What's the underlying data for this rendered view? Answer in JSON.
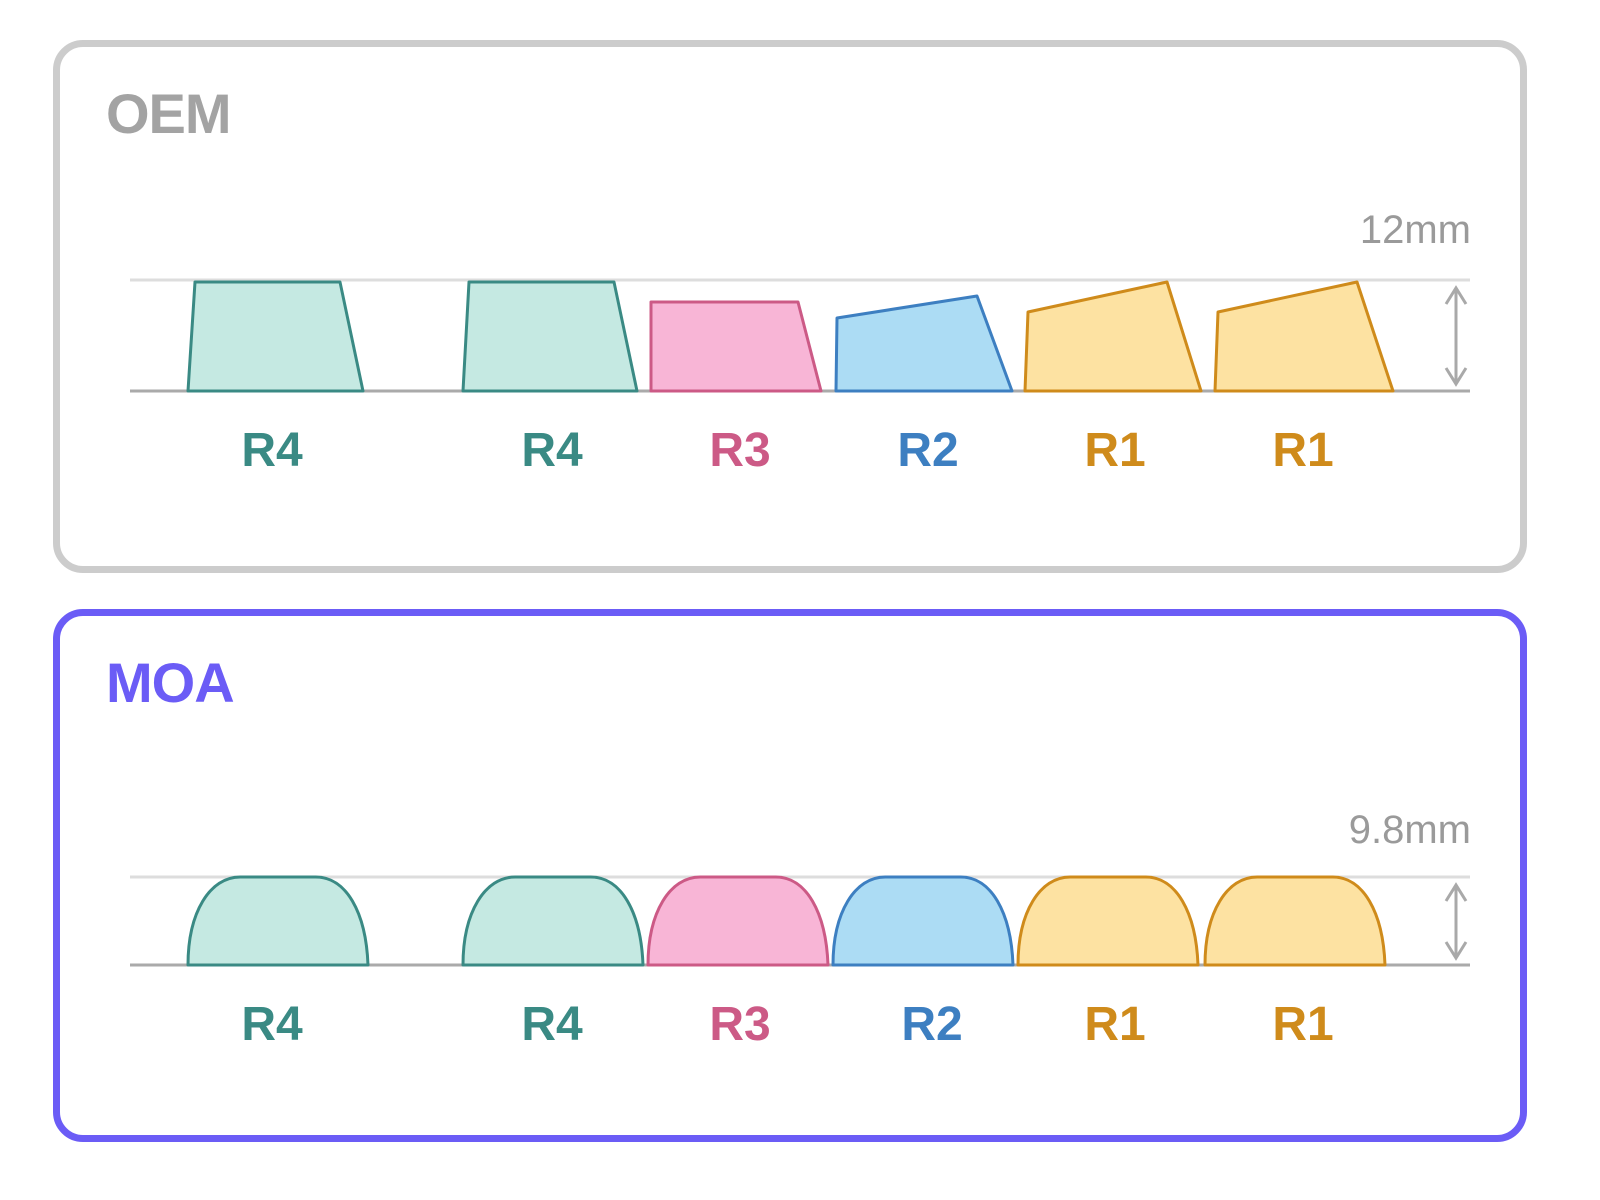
{
  "colors": {
    "R4": {
      "fill": "#c5e9e2",
      "stroke": "#3a8a84",
      "text": "#3a8a84"
    },
    "R3": {
      "fill": "#f8b5d6",
      "stroke": "#cc5a86",
      "text": "#cc5a86"
    },
    "R2": {
      "fill": "#acdcf4",
      "stroke": "#3d7fc1",
      "text": "#3d7fc1"
    },
    "R1": {
      "fill": "#fde2a2",
      "stroke": "#cf8b1b",
      "text": "#cf8b1b"
    },
    "line_top": "#dddddd",
    "line_base": "#aaaaaa",
    "arrow": "#a9a9a9"
  },
  "profiles": [
    {
      "id": "oem",
      "title": "OEM",
      "height_label": "12mm",
      "style": "sculpted",
      "keys": [
        {
          "row": "R4",
          "label": "R4"
        },
        {
          "row": "R4",
          "label": "R4"
        },
        {
          "row": "R3",
          "label": "R3"
        },
        {
          "row": "R2",
          "label": "R2"
        },
        {
          "row": "R1",
          "label": "R1"
        },
        {
          "row": "R1",
          "label": "R1"
        }
      ]
    },
    {
      "id": "moa",
      "title": "MOA",
      "height_label": "9.8mm",
      "style": "rounded",
      "keys": [
        {
          "row": "R4",
          "label": "R4"
        },
        {
          "row": "R4",
          "label": "R4"
        },
        {
          "row": "R3",
          "label": "R3"
        },
        {
          "row": "R2",
          "label": "R2"
        },
        {
          "row": "R1",
          "label": "R1"
        },
        {
          "row": "R1",
          "label": "R1"
        }
      ]
    }
  ]
}
